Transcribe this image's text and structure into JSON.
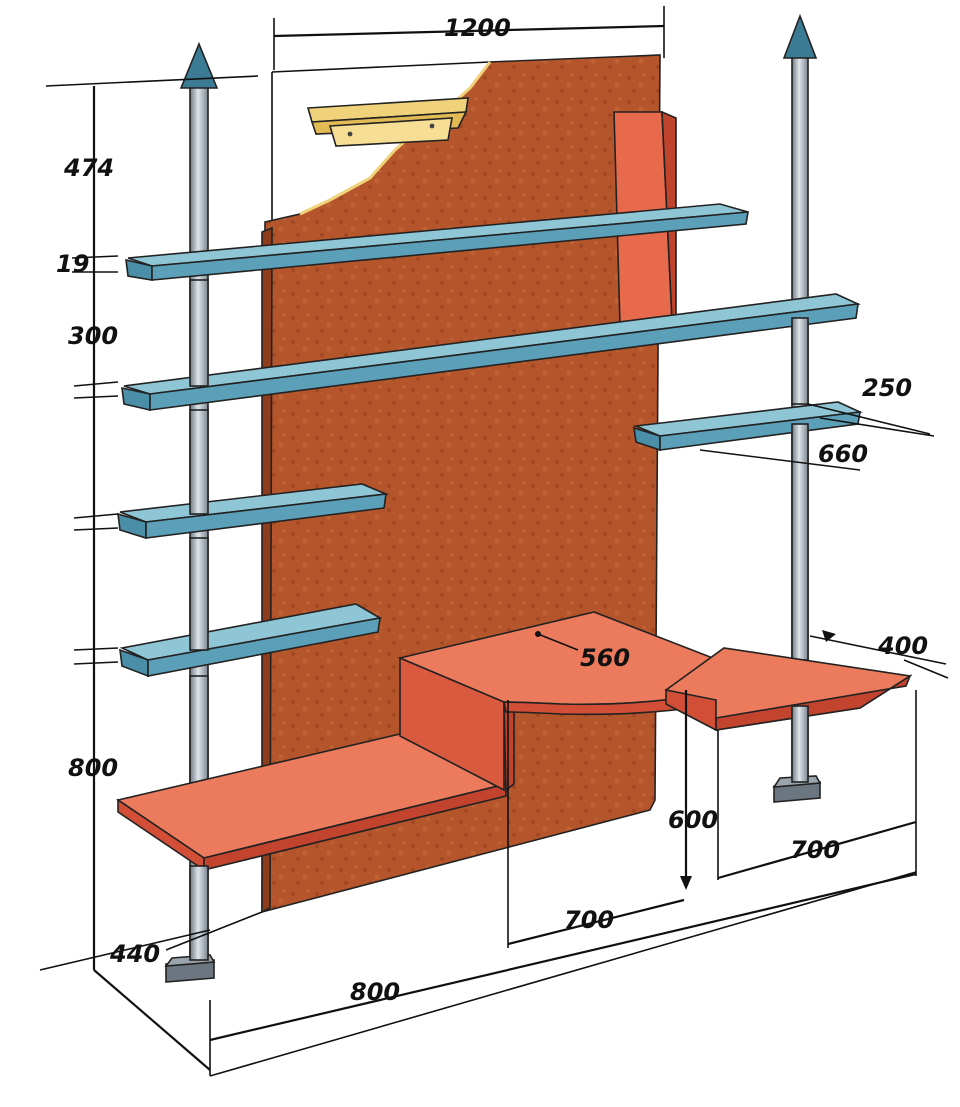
{
  "colors": {
    "panel": "#b5552b",
    "panel_dark": "#8e3d1c",
    "shelf_blue_top": "#8fc6d6",
    "shelf_blue_front": "#4a8ea8",
    "wood_red_top": "#ec7a5c",
    "wood_red_front": "#d24e36",
    "pole": "#9aa4ad",
    "bracket": "#f0d27a",
    "background": "#ffffff"
  },
  "dimensions": {
    "width_top": "1200",
    "h_474": "474",
    "h_19": "19",
    "h_300": "300",
    "h_800": "800",
    "h_440": "440",
    "shelf_250": "250",
    "shelf_660": "660",
    "desk_560": "560",
    "desk_400": "400",
    "h_600": "600",
    "d_700_right": "700",
    "d_700_mid": "700",
    "d_800_bottom": "800"
  }
}
